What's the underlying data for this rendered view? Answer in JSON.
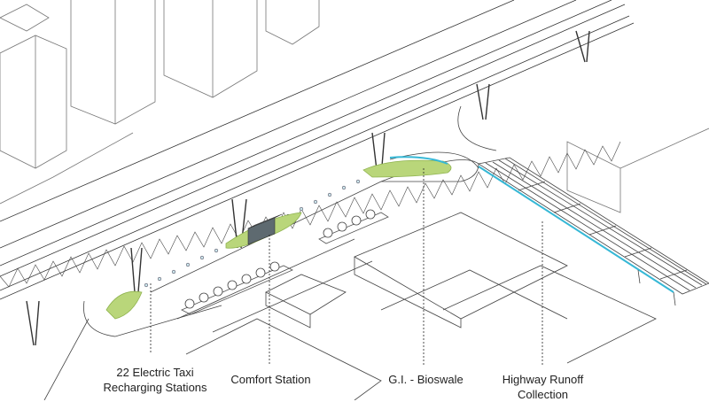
{
  "labels": {
    "taxi": {
      "line1": "22 Electric Taxi",
      "line2": "Recharging Stations"
    },
    "comfort": {
      "line1": "Comfort Station"
    },
    "bioswale": {
      "line1": "G.I. - Bioswale"
    },
    "runoff": {
      "line1": "Highway Runoff",
      "line2": "Collection"
    }
  },
  "colors": {
    "line": "#3a3a3a",
    "light_line": "#9a9a9a",
    "planting": "#b9d67a",
    "planting_dark": "#8fb34f",
    "water": "#36b8d6",
    "station": "#5e6a70"
  }
}
